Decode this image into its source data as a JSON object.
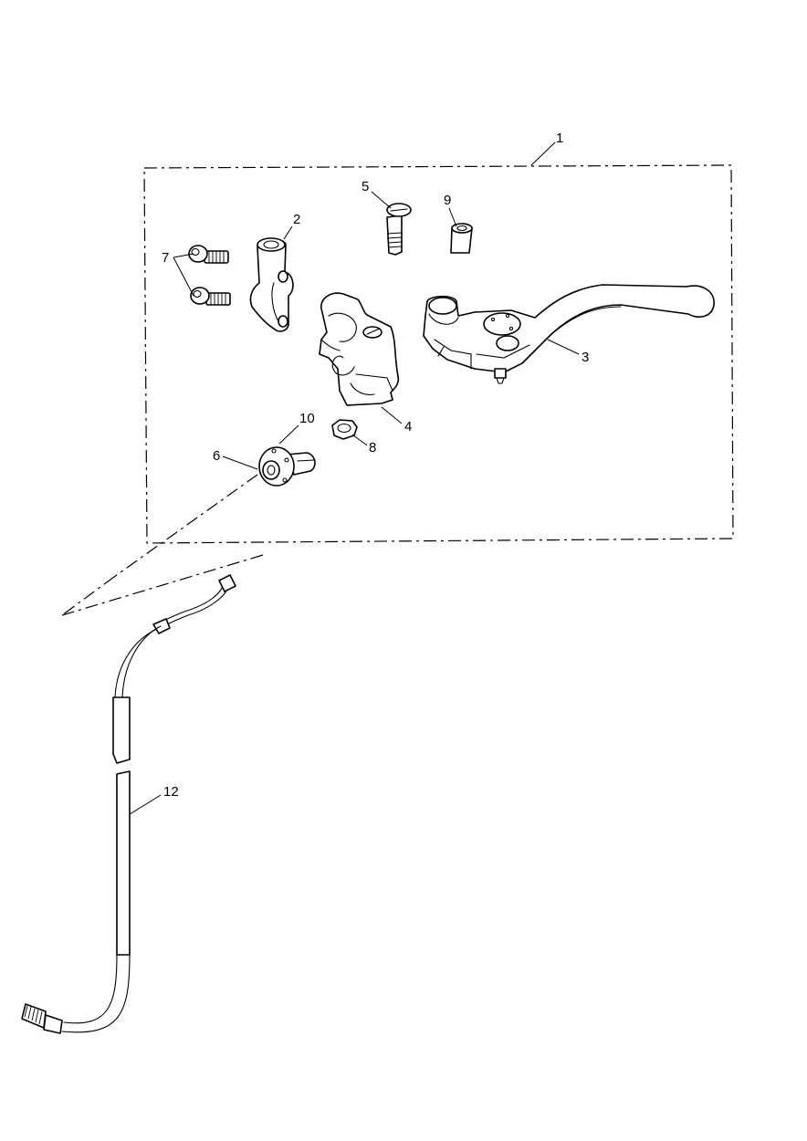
{
  "callouts": {
    "c1": "1",
    "c2": "2",
    "c3": "3",
    "c4": "4",
    "c5": "5",
    "c6": "6",
    "c7": "7",
    "c8": "8",
    "c9": "9",
    "c10": "10",
    "c12": "12"
  }
}
